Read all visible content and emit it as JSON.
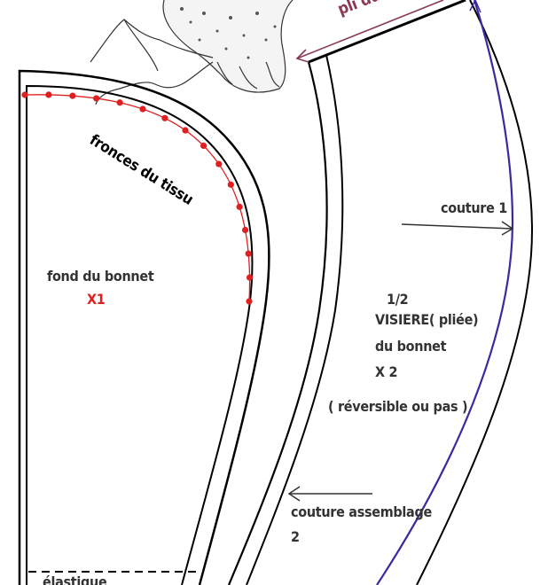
{
  "labels": {
    "fold": "pli du tissu",
    "gathers": "fronces du tissu",
    "back_piece": "fond du bonnet",
    "back_qty": "X1",
    "seam1": "couture 1",
    "visor_half": "1/2",
    "visor_name": "VISIERE( pliée)",
    "visor_of": "du bonnet",
    "visor_qty": "X 2",
    "reversible": "( réversible ou pas )",
    "seam2_line1": "couture assemblage",
    "seam2_line2": "2",
    "elastic": "élastique"
  },
  "colors": {
    "outline": "#000000",
    "gathers": "#e02020",
    "fold": "#8b3a55",
    "seam1": "#3a2aa0",
    "text": "#333333",
    "qty_red": "#e02020"
  }
}
